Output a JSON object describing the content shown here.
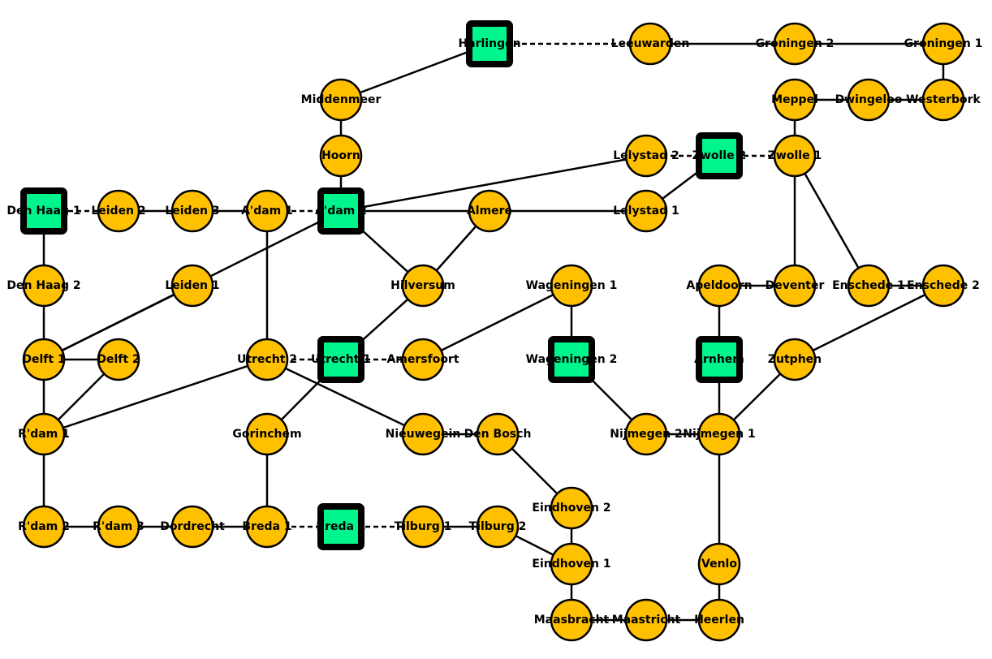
{
  "colors": {
    "station_fill": "#ffc000",
    "station_stroke": "#000000",
    "hub_fill": "#00f58c",
    "hub_stroke": "#000000",
    "edge": "#000000",
    "dashed_edge": "#000000"
  },
  "stations": [
    {
      "id": "harlingen",
      "label": "Harlingen",
      "hub": true
    },
    {
      "id": "leeuwarden",
      "label": "Leeuwarden"
    },
    {
      "id": "groningen2",
      "label": "Groningen 2"
    },
    {
      "id": "groningen1",
      "label": "Groningen 1"
    },
    {
      "id": "middenmeer",
      "label": "Middenmeer"
    },
    {
      "id": "meppel",
      "label": "Meppel"
    },
    {
      "id": "dwingeloo",
      "label": "Dwingeloo"
    },
    {
      "id": "westerbork",
      "label": "Westerbork"
    },
    {
      "id": "hoorn",
      "label": "Hoorn"
    },
    {
      "id": "lelystad2",
      "label": "Lelystad 2"
    },
    {
      "id": "zwolle2",
      "label": "Zwolle 2",
      "hub": true
    },
    {
      "id": "zwolle1",
      "label": "Zwolle 1"
    },
    {
      "id": "denhaag1",
      "label": "Den Haag 1",
      "hub": true
    },
    {
      "id": "leiden2",
      "label": "Leiden 2"
    },
    {
      "id": "leiden3",
      "label": "Leiden 3"
    },
    {
      "id": "adam1",
      "label": "A'dam 1"
    },
    {
      "id": "adam2",
      "label": "A'dam 2",
      "hub": true
    },
    {
      "id": "almere",
      "label": "Almere"
    },
    {
      "id": "lelystad1",
      "label": "Lelystad 1"
    },
    {
      "id": "denhaag2",
      "label": "Den Haag 2"
    },
    {
      "id": "leiden1",
      "label": "Leiden 1"
    },
    {
      "id": "hilversum",
      "label": "Hilversum"
    },
    {
      "id": "wageningen1",
      "label": "Wageningen 1"
    },
    {
      "id": "apeldoorn",
      "label": "Apeldoorn"
    },
    {
      "id": "deventer",
      "label": "Deventer"
    },
    {
      "id": "enschede1",
      "label": "Enschede 1"
    },
    {
      "id": "enschede2",
      "label": "Enschede 2"
    },
    {
      "id": "delft1",
      "label": "Delft 1"
    },
    {
      "id": "delft2",
      "label": "Delft 2"
    },
    {
      "id": "utrecht2",
      "label": "Utrecht 2"
    },
    {
      "id": "utrecht1",
      "label": "Utrecht 1",
      "hub": true
    },
    {
      "id": "amersfoort",
      "label": "Amersfoort"
    },
    {
      "id": "wageningen2",
      "label": "Wageningen 2",
      "hub": true
    },
    {
      "id": "arnhem",
      "label": "Arnhem",
      "hub": true
    },
    {
      "id": "zutphen",
      "label": "Zutphen"
    },
    {
      "id": "rdam1",
      "label": "R'dam 1"
    },
    {
      "id": "gorinchem",
      "label": "Gorinchem"
    },
    {
      "id": "nieuwegein",
      "label": "Nieuwegein"
    },
    {
      "id": "denbosch",
      "label": "Den Bosch"
    },
    {
      "id": "nijmegen2",
      "label": "Nijmegen 2"
    },
    {
      "id": "nijmegen1",
      "label": "Nijmegen 1"
    },
    {
      "id": "eindhoven2",
      "label": "Eindhoven 2"
    },
    {
      "id": "rdam2",
      "label": "R'dam 2"
    },
    {
      "id": "rdam3",
      "label": "R'dam 3"
    },
    {
      "id": "dordrecht",
      "label": "Dordrecht"
    },
    {
      "id": "breda1",
      "label": "Breda 1"
    },
    {
      "id": "breda2",
      "label": "Breda 2",
      "hub": true
    },
    {
      "id": "tilburg1",
      "label": "Tilburg 1"
    },
    {
      "id": "tilburg2",
      "label": "Tilburg 2"
    },
    {
      "id": "eindhoven1",
      "label": "Eindhoven 1"
    },
    {
      "id": "venlo",
      "label": "Venlo"
    },
    {
      "id": "maasbracht",
      "label": "Maasbracht"
    },
    {
      "id": "maastricht",
      "label": "Maastricht"
    },
    {
      "id": "heerlen",
      "label": "Heerlen"
    }
  ],
  "edges": [
    {
      "from": "harlingen",
      "to": "leeuwarden",
      "dashed": true
    },
    {
      "from": "leeuwarden",
      "to": "groningen2"
    },
    {
      "from": "groningen2",
      "to": "groningen1"
    },
    {
      "from": "groningen1",
      "to": "westerbork"
    },
    {
      "from": "westerbork",
      "to": "dwingeloo"
    },
    {
      "from": "dwingeloo",
      "to": "meppel"
    },
    {
      "from": "meppel",
      "to": "zwolle1"
    },
    {
      "from": "harlingen",
      "to": "middenmeer"
    },
    {
      "from": "middenmeer",
      "to": "hoorn"
    },
    {
      "from": "hoorn",
      "to": "adam2"
    },
    {
      "from": "lelystad2",
      "to": "zwolle2",
      "dashed": true
    },
    {
      "from": "zwolle2",
      "to": "zwolle1",
      "dashed": true
    },
    {
      "from": "adam2",
      "to": "lelystad2"
    },
    {
      "from": "zwolle2",
      "to": "lelystad1"
    },
    {
      "from": "denhaag1",
      "to": "leiden2",
      "dashed": true
    },
    {
      "from": "leiden2",
      "to": "leiden3"
    },
    {
      "from": "leiden3",
      "to": "adam1"
    },
    {
      "from": "adam1",
      "to": "adam2",
      "dashed": true
    },
    {
      "from": "adam2",
      "to": "almere"
    },
    {
      "from": "almere",
      "to": "lelystad1"
    },
    {
      "from": "adam2",
      "to": "hilversum"
    },
    {
      "from": "almere",
      "to": "hilversum"
    },
    {
      "from": "adam2",
      "to": "delft1"
    },
    {
      "from": "adam1",
      "to": "utrecht2"
    },
    {
      "from": "denhaag1",
      "to": "denhaag2"
    },
    {
      "from": "denhaag2",
      "to": "delft1"
    },
    {
      "from": "leiden1",
      "to": "delft1"
    },
    {
      "from": "delft1",
      "to": "delft2"
    },
    {
      "from": "delft1",
      "to": "rdam1"
    },
    {
      "from": "delft2",
      "to": "rdam1"
    },
    {
      "from": "utrecht2",
      "to": "rdam1"
    },
    {
      "from": "hilversum",
      "to": "utrecht1"
    },
    {
      "from": "utrecht2",
      "to": "utrecht1",
      "dashed": true
    },
    {
      "from": "utrecht1",
      "to": "amersfoort",
      "dashed": true
    },
    {
      "from": "amersfoort",
      "to": "wageningen1"
    },
    {
      "from": "wageningen1",
      "to": "wageningen2"
    },
    {
      "from": "wageningen2",
      "to": "nijmegen2"
    },
    {
      "from": "nijmegen2",
      "to": "nijmegen1"
    },
    {
      "from": "arnhem",
      "to": "nijmegen1"
    },
    {
      "from": "apeldoorn",
      "to": "arnhem"
    },
    {
      "from": "apeldoorn",
      "to": "deventer"
    },
    {
      "from": "zwolle1",
      "to": "deventer"
    },
    {
      "from": "zwolle1",
      "to": "enschede1"
    },
    {
      "from": "enschede1",
      "to": "enschede2"
    },
    {
      "from": "enschede2",
      "to": "zutphen"
    },
    {
      "from": "zutphen",
      "to": "nijmegen1"
    },
    {
      "from": "utrecht1",
      "to": "gorinchem"
    },
    {
      "from": "utrecht2",
      "to": "nieuwegein"
    },
    {
      "from": "nieuwegein",
      "to": "denbosch"
    },
    {
      "from": "denbosch",
      "to": "eindhoven2"
    },
    {
      "from": "gorinchem",
      "to": "breda1"
    },
    {
      "from": "rdam1",
      "to": "rdam2"
    },
    {
      "from": "rdam2",
      "to": "rdam3"
    },
    {
      "from": "rdam3",
      "to": "dordrecht"
    },
    {
      "from": "dordrecht",
      "to": "breda1"
    },
    {
      "from": "breda1",
      "to": "breda2",
      "dashed": true
    },
    {
      "from": "breda2",
      "to": "tilburg1",
      "dashed": true
    },
    {
      "from": "tilburg1",
      "to": "tilburg2"
    },
    {
      "from": "tilburg2",
      "to": "eindhoven1"
    },
    {
      "from": "eindhoven2",
      "to": "eindhoven1"
    },
    {
      "from": "eindhoven1",
      "to": "maasbracht"
    },
    {
      "from": "maasbracht",
      "to": "maastricht"
    },
    {
      "from": "maastricht",
      "to": "heerlen"
    },
    {
      "from": "heerlen",
      "to": "venlo"
    },
    {
      "from": "venlo",
      "to": "nijmegen1"
    }
  ]
}
